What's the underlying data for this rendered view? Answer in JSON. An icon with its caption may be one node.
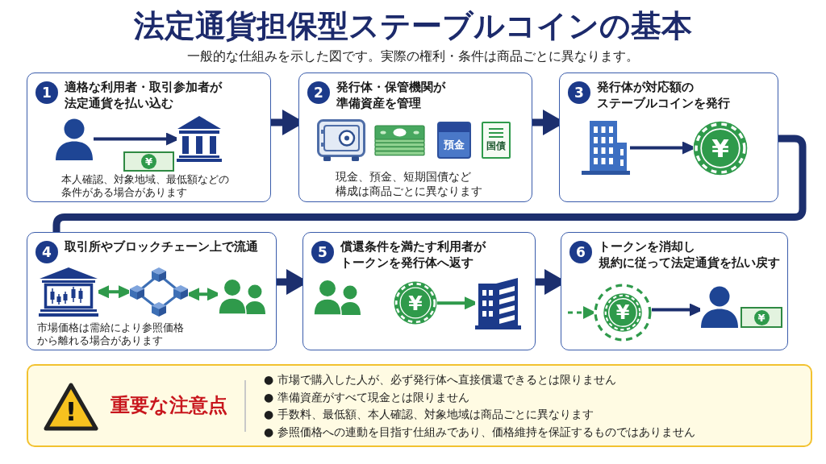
{
  "diagram": {
    "title": "法定通貨担保型ステーブルコインの基本",
    "nodes": [
      {
        "text": [
          "適格な利用者・取引参加者が法定通貨を払い込む",
          "本人確認、対象地域、最低額などの条件がある場合があります"
        ]
      },
      {
        "text": [
          "1"
        ],
        "in": 0
      },
      {
        "text": [],
        "shape": "person",
        "in": 0
      },
      {
        "text": [],
        "shape": "picture",
        "in": 0
      },
      {
        "text": [
          "¥"
        ],
        "in": 0
      },
      {
        "text": [
          "発行体・保管機関が準備資産を管理",
          "現金、預金、短期国債など構成は商品ごとに異なります"
        ]
      },
      {
        "text": [
          "2"
        ],
        "in": 5
      },
      {
        "text": [],
        "shape": "picture",
        "in": 5
      },
      {
        "text": [],
        "shape": "picture",
        "in": 5
      },
      {
        "text": [
          "預金"
        ],
        "in": 5
      },
      {
        "text": [
          "国債"
        ],
        "in": 5
      },
      {
        "text": [
          "発行体が対応額のステーブルコインを発行"
        ]
      },
      {
        "text": [
          "3"
        ],
        "in": 11
      },
      {
        "text": [],
        "shape": "picture",
        "in": 11
      },
      {
        "text": [
          "¥"
        ],
        "in": 11
      },
      {
        "text": [
          "取引所やブロックチェーン上で流通",
          "市場価格は需給により参照価格から離れる場合があります"
        ]
      },
      {
        "text": [
          "4"
        ],
        "in": 15
      },
      {
        "text": [],
        "shape": "picture",
        "in": 15
      },
      {
        "text": [],
        "shape": "picture",
        "in": 15
      },
      {
        "text": [],
        "shape": "person",
        "in": 15
      },
      {
        "text": [
          "償還条件を満たす利用者がトークンを発行体へ返す"
        ]
      },
      {
        "text": [
          "5"
        ],
        "in": 20
      },
      {
        "text": [],
        "shape": "person",
        "in": 20
      },
      {
        "text": [
          "¥"
        ],
        "in": 20
      },
      {
        "text": [],
        "shape": "picture",
        "in": 20
      },
      {
        "text": [
          "トークンを消却し規約に従って法定通貨を払い戻す"
        ]
      },
      {
        "text": [
          "6"
        ],
        "in": 25
      },
      {
        "text": [
          "¥"
        ],
        "in": 25
      },
      {
        "text": [],
        "shape": "person",
        "in": 25
      },
      {
        "text": [
          "¥"
        ],
        "in": 25
      },
      {
        "text": [
          "重要な注意点",
          "● 市場で購入した人が、必ず発行体へ直接償還できるとは限りません",
          "● 準備資産がすべて現金とは限りません",
          "● 手数料、最低額、本人確認、対象地域は商品ごとに異なります",
          "● 参照価格への連動を目指す仕組みであり、価格維持を保証するものではありません"
        ]
      },
      {
        "text": [
          "!"
        ],
        "in": 30
      }
    ],
    "edges": [
      {
        "from": 0,
        "to": 5,
        "arrow": "to",
        "style": "thick"
      },
      {
        "from": 5,
        "to": 11,
        "arrow": "to",
        "style": "thick"
      },
      {
        "from": 11,
        "to": 15,
        "arrow": "none",
        "style": "thick"
      },
      {
        "from": 15,
        "to": 20,
        "arrow": "to",
        "style": "thick"
      },
      {
        "from": 20,
        "to": 25,
        "arrow": "to",
        "style": "thick"
      },
      {
        "from": 2,
        "to": 3,
        "arrow": "to"
      },
      {
        "from": 13,
        "to": 14,
        "arrow": "to"
      },
      {
        "from": 17,
        "to": 18,
        "arrow": "both",
        "color": "#2f9a4b"
      },
      {
        "from": 18,
        "to": 19,
        "arrow": "both",
        "color": "#2f9a4b"
      },
      {
        "from": 23,
        "to": 24,
        "arrow": "to",
        "color": "#2f9a4b"
      },
      {
        "from": null,
        "to": 27,
        "arrow": "to",
        "style": "dashed",
        "color": "#2f9a4b"
      },
      {
        "from": 27,
        "to": 28,
        "arrow": "to"
      }
    ],
    "labels": [
      "一般的な仕組みを示した図です。実際の権利・条件は商品ごとに異なります。"
    ]
  }
}
